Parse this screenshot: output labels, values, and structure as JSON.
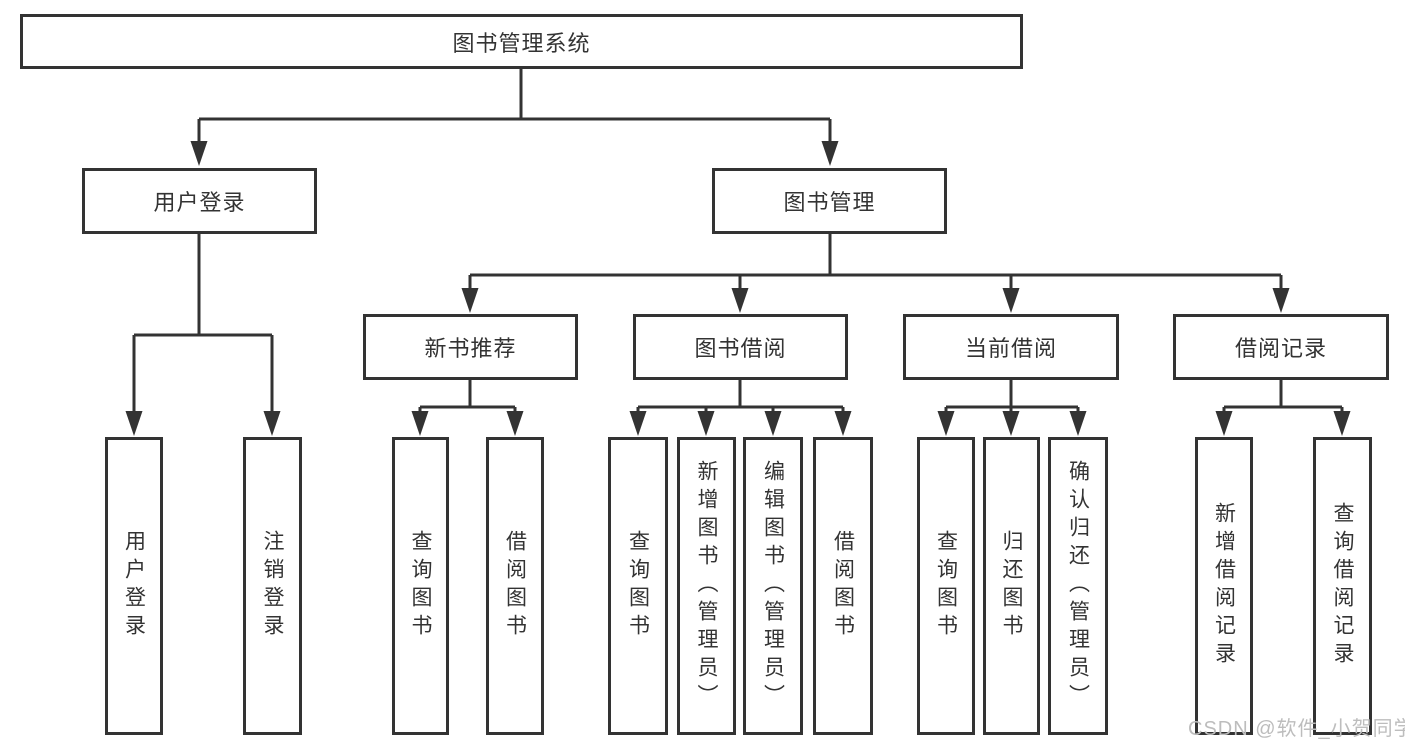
{
  "tree": {
    "label": "图书管理系统",
    "children": [
      {
        "label": "用户登录",
        "children": [
          {
            "label": "用户登录"
          },
          {
            "label": "注销登录"
          }
        ]
      },
      {
        "label": "图书管理",
        "children": [
          {
            "label": "新书推荐",
            "children": [
              {
                "label": "查询图书"
              },
              {
                "label": "借阅图书"
              }
            ]
          },
          {
            "label": "图书借阅",
            "children": [
              {
                "label": "查询图书"
              },
              {
                "label": "新增图书（管理员）"
              },
              {
                "label": "编辑图书（管理员）"
              },
              {
                "label": "借阅图书"
              }
            ]
          },
          {
            "label": "当前借阅",
            "children": [
              {
                "label": "查询图书"
              },
              {
                "label": "归还图书"
              },
              {
                "label": "确认归还（管理员）"
              }
            ]
          },
          {
            "label": "借阅记录",
            "children": [
              {
                "label": "新增借阅记录"
              },
              {
                "label": "查询借阅记录"
              }
            ]
          }
        ]
      }
    ]
  },
  "watermark": {
    "text": "CSDN @软件_小贺同学",
    "color": "#bdbdbd"
  },
  "colors": {
    "line": "#333333",
    "box_border": "#333333",
    "text": "#333333",
    "background": "#ffffff"
  }
}
